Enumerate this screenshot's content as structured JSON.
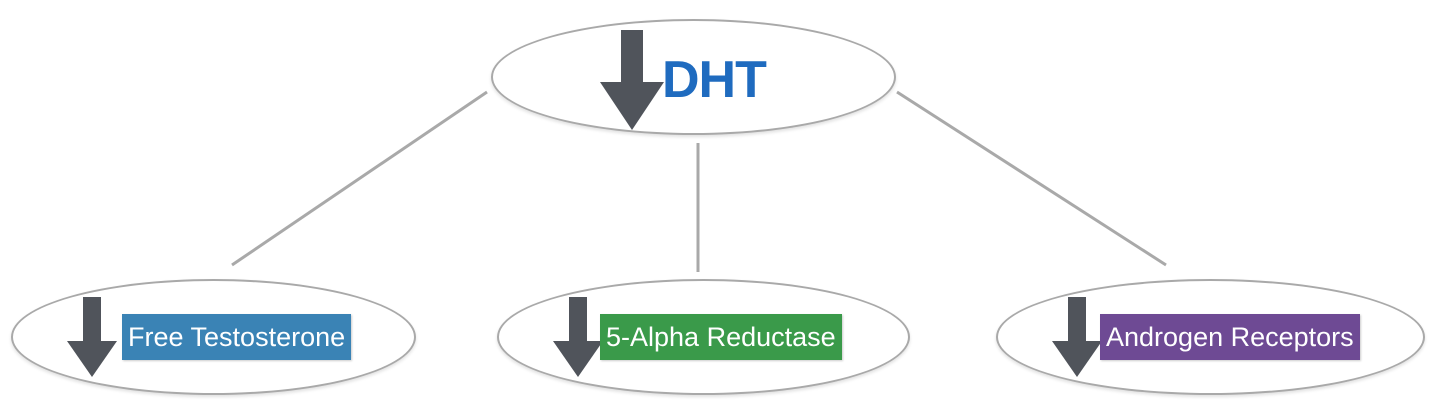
{
  "diagram": {
    "root": {
      "label": "DHT",
      "indicator": "down-arrow",
      "label_color": "#1f6bbf"
    },
    "children": [
      {
        "label": "Free Testosterone",
        "indicator": "down-arrow",
        "bg_color": "#3a83b5"
      },
      {
        "label": "5-Alpha Reductase",
        "indicator": "down-arrow",
        "bg_color": "#3a9a4a"
      },
      {
        "label": "Androgen Receptors",
        "indicator": "down-arrow",
        "bg_color": "#6e4a94"
      }
    ],
    "colors": {
      "arrow": "#50545b",
      "ellipse_border": "#a9a9a9",
      "connector": "#a9a9a9"
    }
  }
}
